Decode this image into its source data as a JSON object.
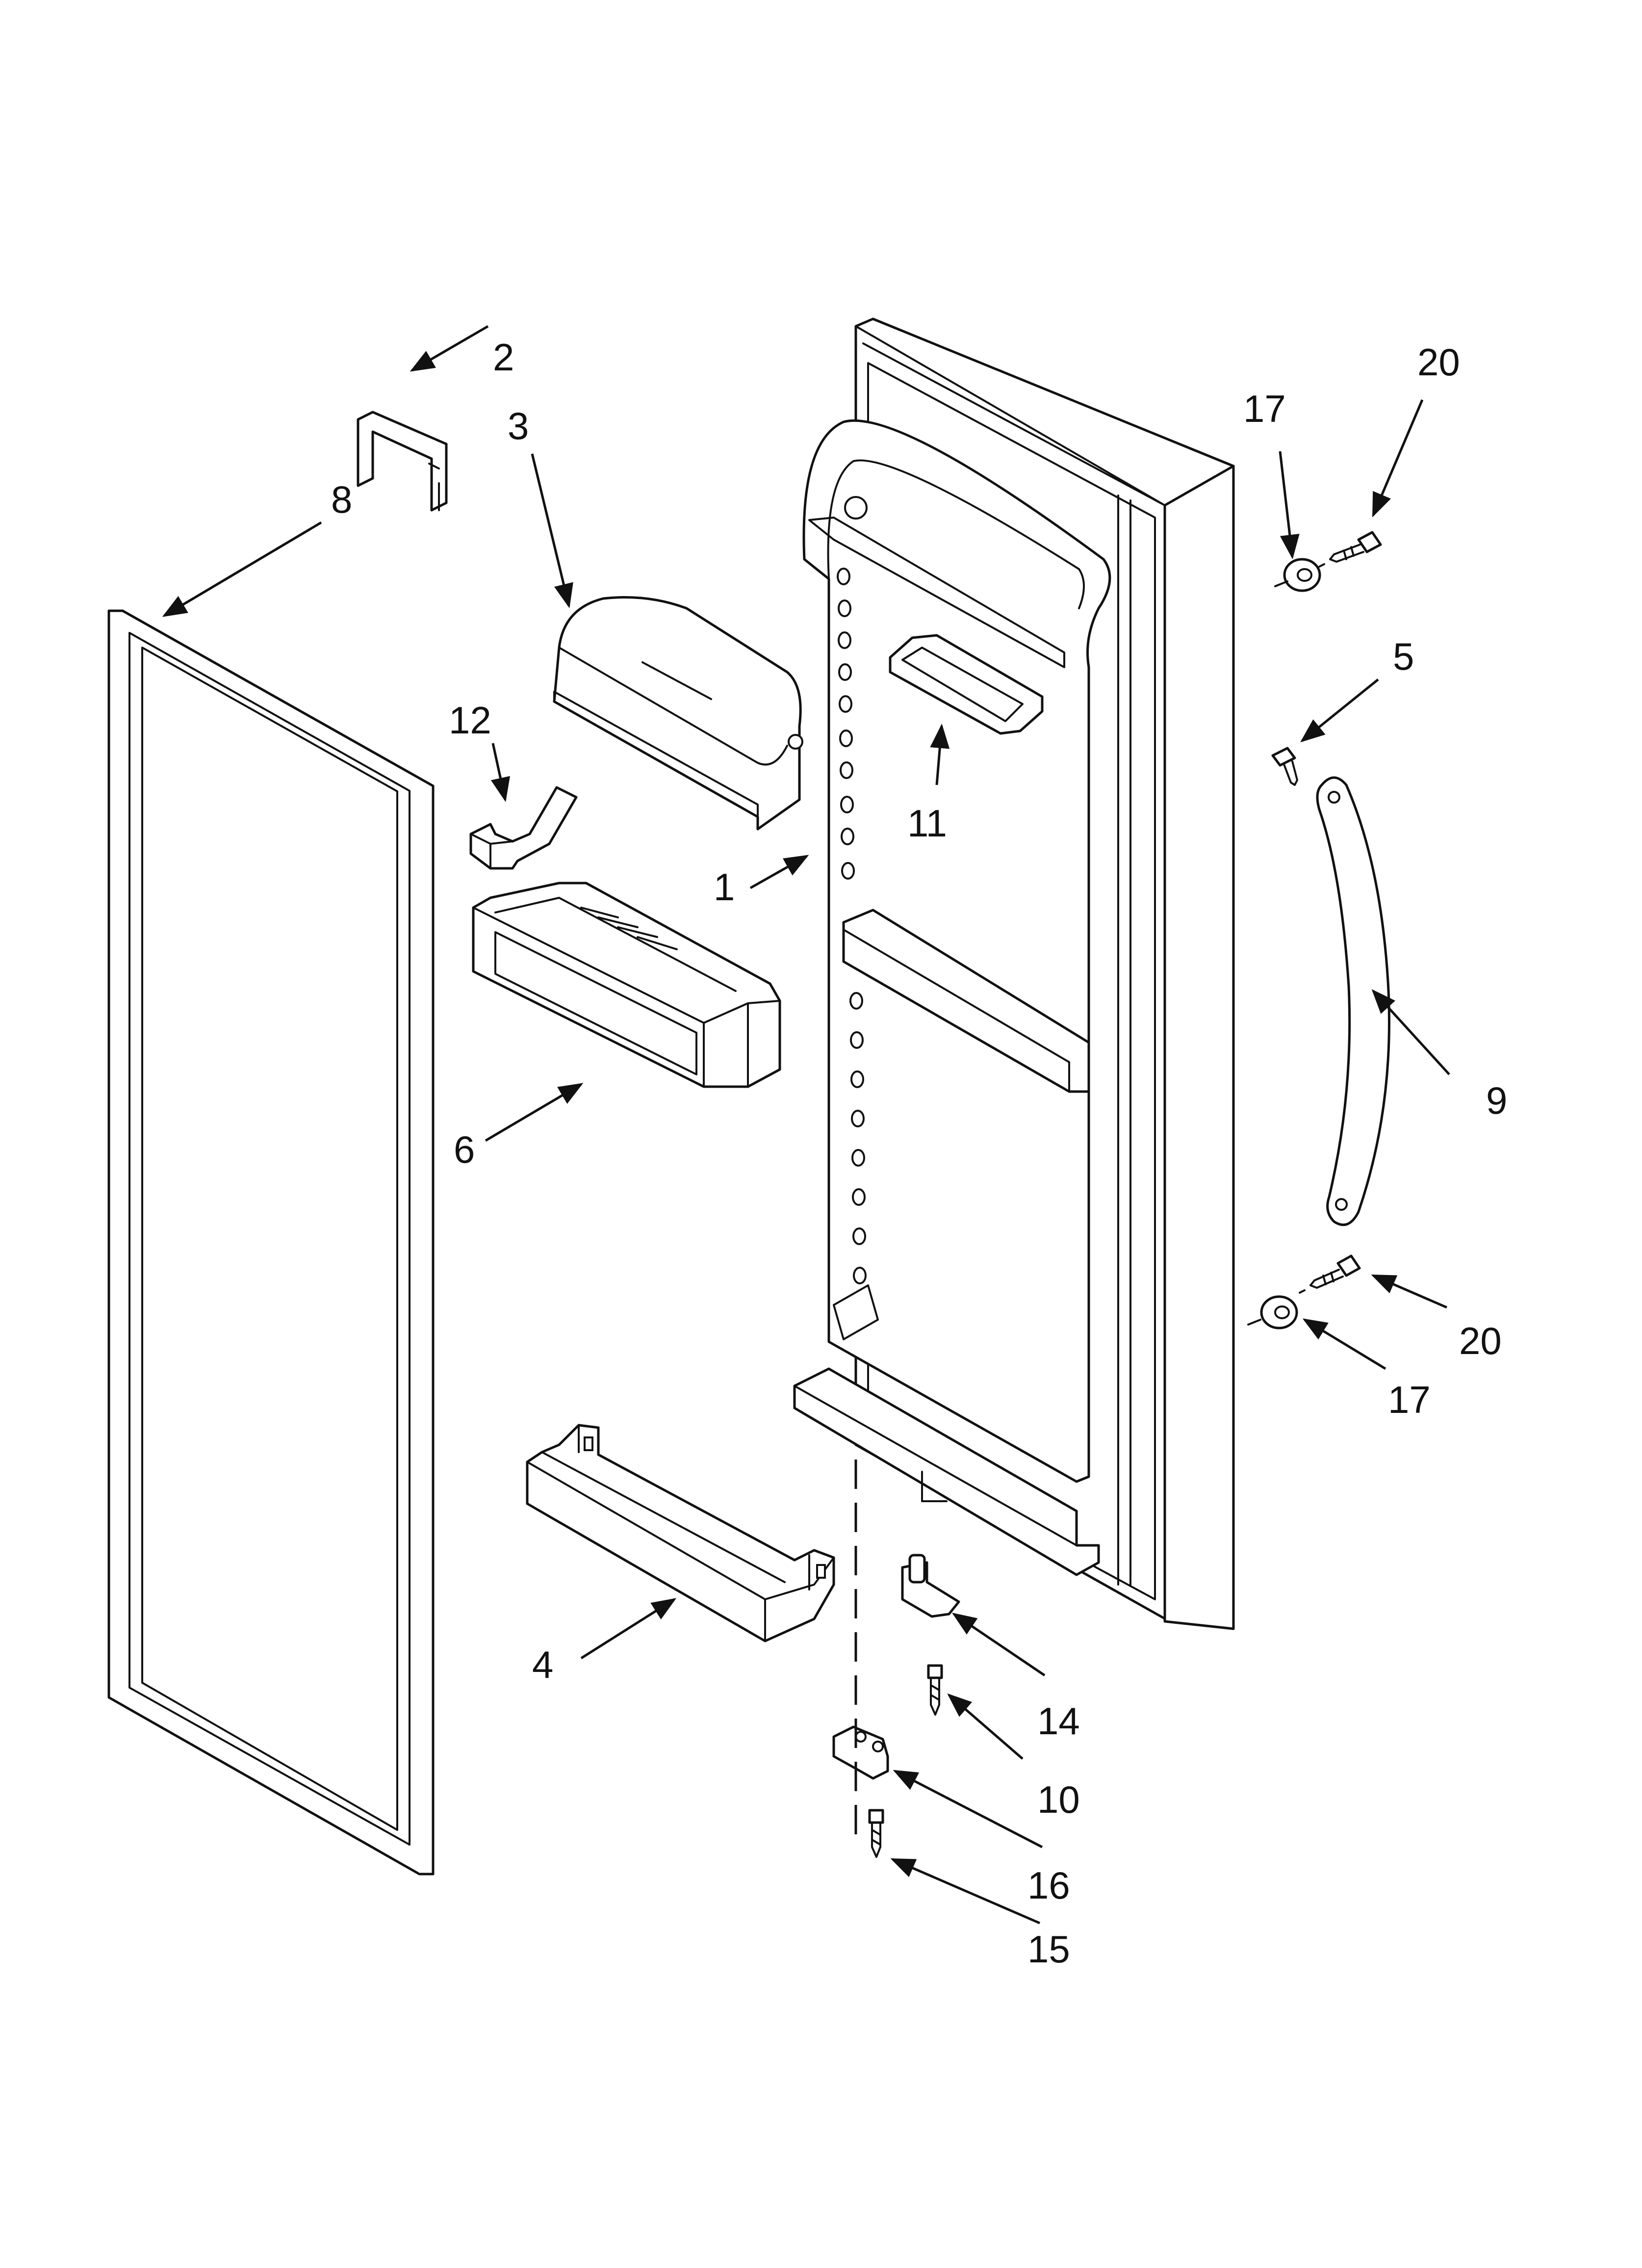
{
  "diagram": {
    "callouts": [
      {
        "key": "c1",
        "label": "1"
      },
      {
        "key": "c2",
        "label": "2"
      },
      {
        "key": "c3",
        "label": "3"
      },
      {
        "key": "c4",
        "label": "4"
      },
      {
        "key": "c5",
        "label": "5"
      },
      {
        "key": "c6",
        "label": "6"
      },
      {
        "key": "c8",
        "label": "8"
      },
      {
        "key": "c9",
        "label": "9"
      },
      {
        "key": "c10",
        "label": "10"
      },
      {
        "key": "c11",
        "label": "11"
      },
      {
        "key": "c12",
        "label": "12"
      },
      {
        "key": "c14",
        "label": "14"
      },
      {
        "key": "c15",
        "label": "15"
      },
      {
        "key": "c16",
        "label": "16"
      },
      {
        "key": "c17a",
        "label": "17"
      },
      {
        "key": "c17b",
        "label": "17"
      },
      {
        "key": "c20a",
        "label": "20"
      },
      {
        "key": "c20b",
        "label": "20"
      }
    ]
  }
}
